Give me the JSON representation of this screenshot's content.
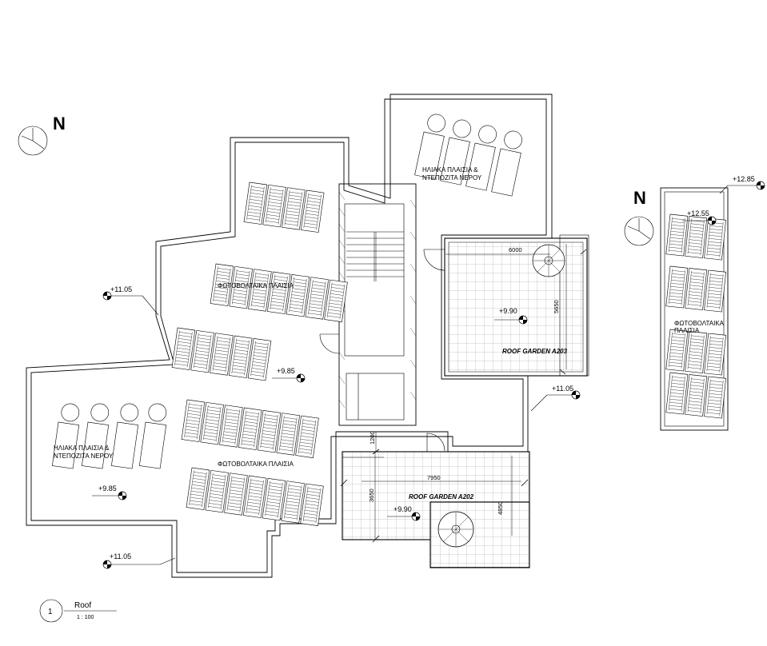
{
  "north_label": "N",
  "labels": {
    "water_heaters_1": "ΗΛΙΑΚΑ ΠΛΑΙΣΙΑ &",
    "water_heaters_2": "ΝΤΕΠΟΖΙΤΑ ΝΕΡΟΥ",
    "pv_panels": "ΦΩΤΟΒΟΛΤΑΙΚΑ ΠΛΑΙΣΙΑ",
    "pv_1": "ΦΩΤΟΒΟΛΤΑΙΚΑ",
    "pv_2": "ΠΛΑΙΣΙΑ",
    "roof_garden_a203": "ROOF GARDEN A203",
    "roof_garden_a202": "ROOF GARDEN A202"
  },
  "levels": {
    "l1105": "+11.05",
    "l985": "+9.85",
    "l990": "+9.90",
    "l1285": "+12.85",
    "l1255": "+12.55"
  },
  "dimensions": {
    "d6000": "6000",
    "d5650": "5650",
    "d7950": "7950",
    "d3650": "3650",
    "d4850": "4850",
    "d1200": "1200"
  },
  "title_block": {
    "number": "1",
    "name": "Roof",
    "scale": "1 : 100"
  }
}
